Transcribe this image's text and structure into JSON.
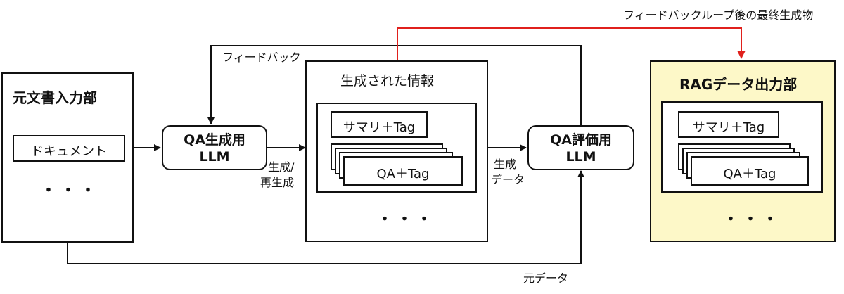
{
  "source_panel": {
    "title": "元文書入力部",
    "document_label": "ドキュメント",
    "ellipsis": "・・・"
  },
  "generator_llm": {
    "line1": "QA生成用",
    "line2": "LLM"
  },
  "generated_panel": {
    "title": "生成された情報",
    "summary_card": "サマリ＋Tag",
    "qa_card": "QA＋Tag",
    "ellipsis": "・・・"
  },
  "evaluator_llm": {
    "line1": "QA評価用",
    "line2": "LLM"
  },
  "output_panel": {
    "title": "RAGデータ出力部",
    "summary_card": "サマリ＋Tag",
    "qa_card": "QA＋Tag",
    "ellipsis": "・・・",
    "background_color": "#fdf8c8"
  },
  "edge_labels": {
    "feedback": "フィードバック",
    "final_output": "フィードバックループ後の最終生成物",
    "generate_line1": "生成/",
    "generate_line2": "再生成",
    "generated_data_line1": "生成",
    "generated_data_line2": "データ",
    "original_data": "元データ"
  },
  "colors": {
    "final_output_arrow": "#e0201c",
    "line": "#111111"
  }
}
